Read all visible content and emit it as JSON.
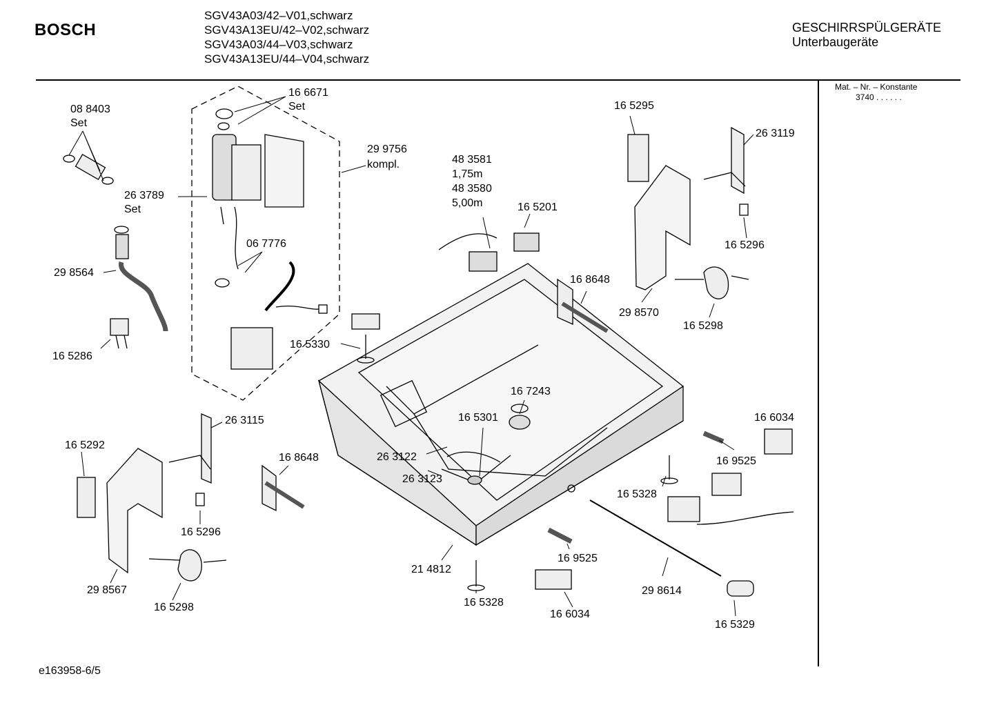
{
  "header": {
    "brand": "BOSCH",
    "models": [
      "SGV43A03/42–V01,schwarz",
      "SGV43A13EU/42–V02,schwarz",
      "SGV43A03/44–V03,schwarz",
      "SGV43A13EU/44–V04,schwarz"
    ],
    "category_line1": "GESCHIRRSPÜLGERÄTE",
    "category_line2": "Unterbaugeräte"
  },
  "sidebar": {
    "heading": "Mat. – Nr. – Konstante",
    "value": "3740  .  .  .  .  .  ."
  },
  "parts": [
    {
      "num": "16 6671",
      "note": "Set"
    },
    {
      "num": "08 8403",
      "note": "Set"
    },
    {
      "num": "29 9756",
      "note": "kompl."
    },
    {
      "num": "26 3789",
      "note": "Set"
    },
    {
      "num": "06 7776",
      "note": ""
    },
    {
      "num": "29 8564",
      "note": ""
    },
    {
      "num": "16 5286",
      "note": ""
    },
    {
      "num": "16 5330",
      "note": ""
    },
    {
      "num": "48 3581",
      "note": "1,75m"
    },
    {
      "num": "48 3580",
      "note": "5,00m"
    },
    {
      "num": "16 5201",
      "note": ""
    },
    {
      "num": "16 5295",
      "note": ""
    },
    {
      "num": "26 3119",
      "note": ""
    },
    {
      "num": "16 5296",
      "note": ""
    },
    {
      "num": "16 8648",
      "note": ""
    },
    {
      "num": "29 8570",
      "note": ""
    },
    {
      "num": "16 5298",
      "note": ""
    },
    {
      "num": "16 7243",
      "note": ""
    },
    {
      "num": "16 5301",
      "note": ""
    },
    {
      "num": "26 3122",
      "note": ""
    },
    {
      "num": "26 3123",
      "note": ""
    },
    {
      "num": "16 6034",
      "note": ""
    },
    {
      "num": "16 9525",
      "note": ""
    },
    {
      "num": "16 5328",
      "note": ""
    },
    {
      "num": "26 3115",
      "note": ""
    },
    {
      "num": "16 5292",
      "note": ""
    },
    {
      "num": "16 8648",
      "note": ""
    },
    {
      "num": "16 5296",
      "note": ""
    },
    {
      "num": "29 8567",
      "note": ""
    },
    {
      "num": "16 5298",
      "note": ""
    },
    {
      "num": "21 4812",
      "note": ""
    },
    {
      "num": "16 5328",
      "note": ""
    },
    {
      "num": "16 9525",
      "note": ""
    },
    {
      "num": "16 6034",
      "note": ""
    },
    {
      "num": "29 8614",
      "note": ""
    },
    {
      "num": "16 5329",
      "note": ""
    }
  ],
  "footer": {
    "code": "e163958-6/5"
  }
}
